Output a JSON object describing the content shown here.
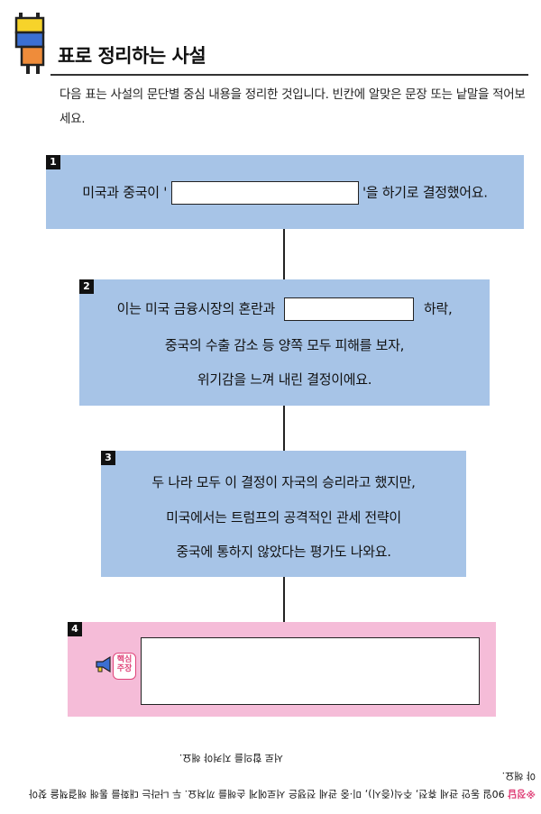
{
  "header": {
    "title": "표로 정리하는 사설",
    "logo_icon": "stacked-blocks-icon",
    "colors": {
      "yellow": "#f6d32a",
      "blue": "#3b6fd3",
      "orange": "#ef8c3a"
    }
  },
  "intro": {
    "text": "다음 표는 사설의 문단별 중심 내용을 정리한 것입니다. 빈칸에 알맞은 문장 또는 낱말을 적어보세요."
  },
  "steps": [
    {
      "number": "1",
      "before": "미국과 중국이 '",
      "after": "'을 하기로 결정했어요."
    },
    {
      "number": "2",
      "line1_before": "이는 미국 금융시장의 혼란과",
      "line1_after": "하락,",
      "line2": "중국의 수출 감소 등 양쪽 모두 피해를 보자,",
      "line3": "위기감을 느껴 내린 결정이에요."
    },
    {
      "number": "3",
      "line1": "두 나라 모두 이 결정이 자국의 승리라고 했지만,",
      "line2": "미국에서는 트럼프의 공격적인 관세 전략이",
      "line3": "중국에 통하지 않았다는 평가도 나와요."
    },
    {
      "number": "4",
      "badge_line1": "핵심",
      "badge_line2": "주장",
      "icon": "megaphone-icon"
    }
  ],
  "colors": {
    "box_blue": "#a7c4e7",
    "box_pink": "#f5bcd8",
    "accent": "#e0447a"
  },
  "footer": {
    "label": "※정답",
    "text1": "90일 동안 관세 휴전, 주식(증시), 미·중 관세 전쟁은 서로에게 손해를 끼쳐요. 두 나라는 대화를 통해 해결책을 찾아야 해요.",
    "text2": "서로 합의를 지켜야 해요."
  }
}
